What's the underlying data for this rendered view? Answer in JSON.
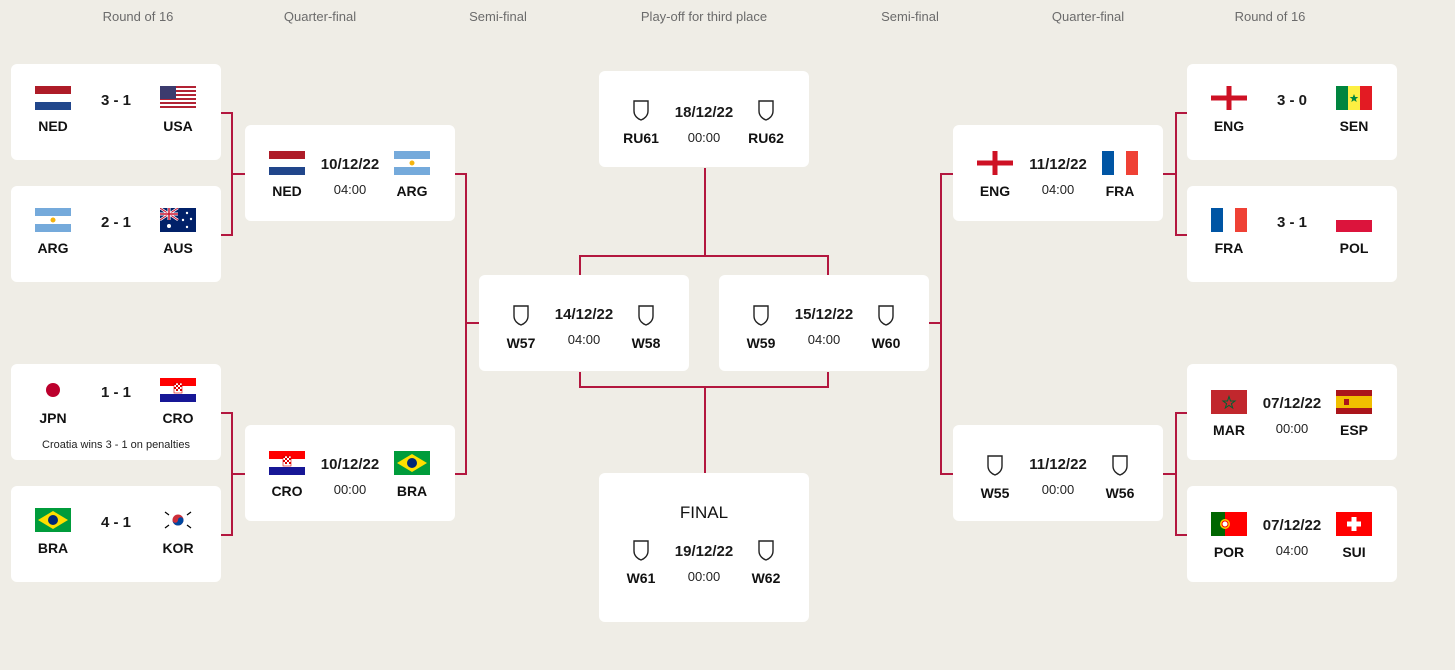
{
  "headers": {
    "r16_left": "Round of 16",
    "qf_left": "Quarter-final",
    "sf_left": "Semi-final",
    "third": "Play-off for third place",
    "sf_right": "Semi-final",
    "qf_right": "Quarter-final",
    "r16_right": "Round of 16"
  },
  "matches": {
    "r16_1": {
      "home": "NED",
      "away": "USA",
      "center": "3 - 1"
    },
    "r16_2": {
      "home": "ARG",
      "away": "AUS",
      "center": "2 - 1"
    },
    "r16_3": {
      "home": "JPN",
      "away": "CRO",
      "center": "1 - 1",
      "note": "Croatia wins 3 - 1 on penalties"
    },
    "r16_4": {
      "home": "BRA",
      "away": "KOR",
      "center": "4 - 1"
    },
    "qf_1": {
      "home": "NED",
      "away": "ARG",
      "date": "10/12/22",
      "time": "04:00"
    },
    "qf_2": {
      "home": "CRO",
      "away": "BRA",
      "date": "10/12/22",
      "time": "00:00"
    },
    "sf_1": {
      "home": "W57",
      "away": "W58",
      "date": "14/12/22",
      "time": "04:00"
    },
    "sf_2": {
      "home": "W59",
      "away": "W60",
      "date": "15/12/22",
      "time": "04:00"
    },
    "third": {
      "home": "RU61",
      "away": "RU62",
      "date": "18/12/22",
      "time": "00:00"
    },
    "final": {
      "title": "FINAL",
      "home": "W61",
      "away": "W62",
      "date": "19/12/22",
      "time": "00:00"
    },
    "qf_3": {
      "home": "ENG",
      "away": "FRA",
      "date": "11/12/22",
      "time": "04:00"
    },
    "qf_4": {
      "home": "W55",
      "away": "W56",
      "date": "11/12/22",
      "time": "00:00"
    },
    "r16_5": {
      "home": "ENG",
      "away": "SEN",
      "center": "3 - 0"
    },
    "r16_6": {
      "home": "FRA",
      "away": "POL",
      "center": "3 - 1"
    },
    "r16_7": {
      "home": "MAR",
      "away": "ESP",
      "date": "07/12/22",
      "time": "00:00"
    },
    "r16_8": {
      "home": "POR",
      "away": "SUI",
      "date": "07/12/22",
      "time": "04:00"
    }
  },
  "colors": {
    "background": "#efede6",
    "card": "#ffffff",
    "bracket_line": "#b3173f"
  },
  "icons": {
    "placeholder": "shield-icon"
  }
}
